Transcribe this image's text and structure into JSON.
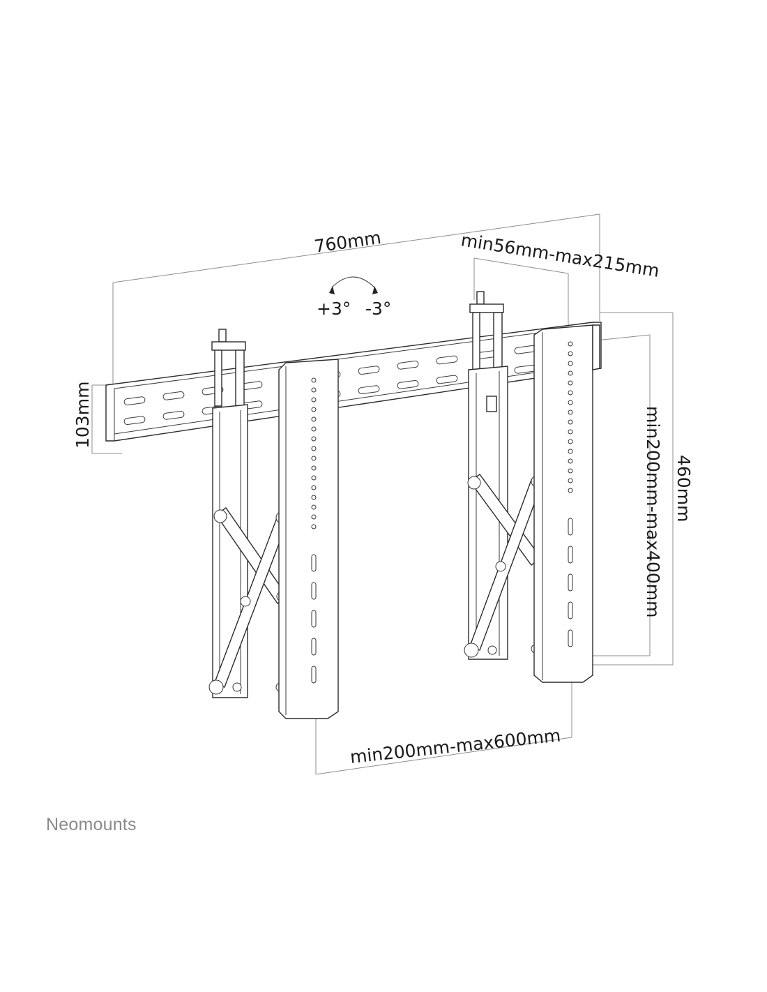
{
  "diagram": {
    "dimensions": {
      "width_total": "760mm",
      "depth": "min56mm-max215mm",
      "rail_height": "103mm",
      "arm_height": "460mm",
      "vertical_range": "min200mm-max400mm",
      "horizontal_range": "min200mm-max600mm"
    },
    "tilt": {
      "plus": "+3°",
      "minus": "-3°"
    }
  },
  "brand": {
    "name": "Neomounts"
  },
  "colors": {
    "line": "#2b2b2b",
    "dimension_line": "#8c8c8c",
    "brand_text": "#8a8a8a"
  }
}
